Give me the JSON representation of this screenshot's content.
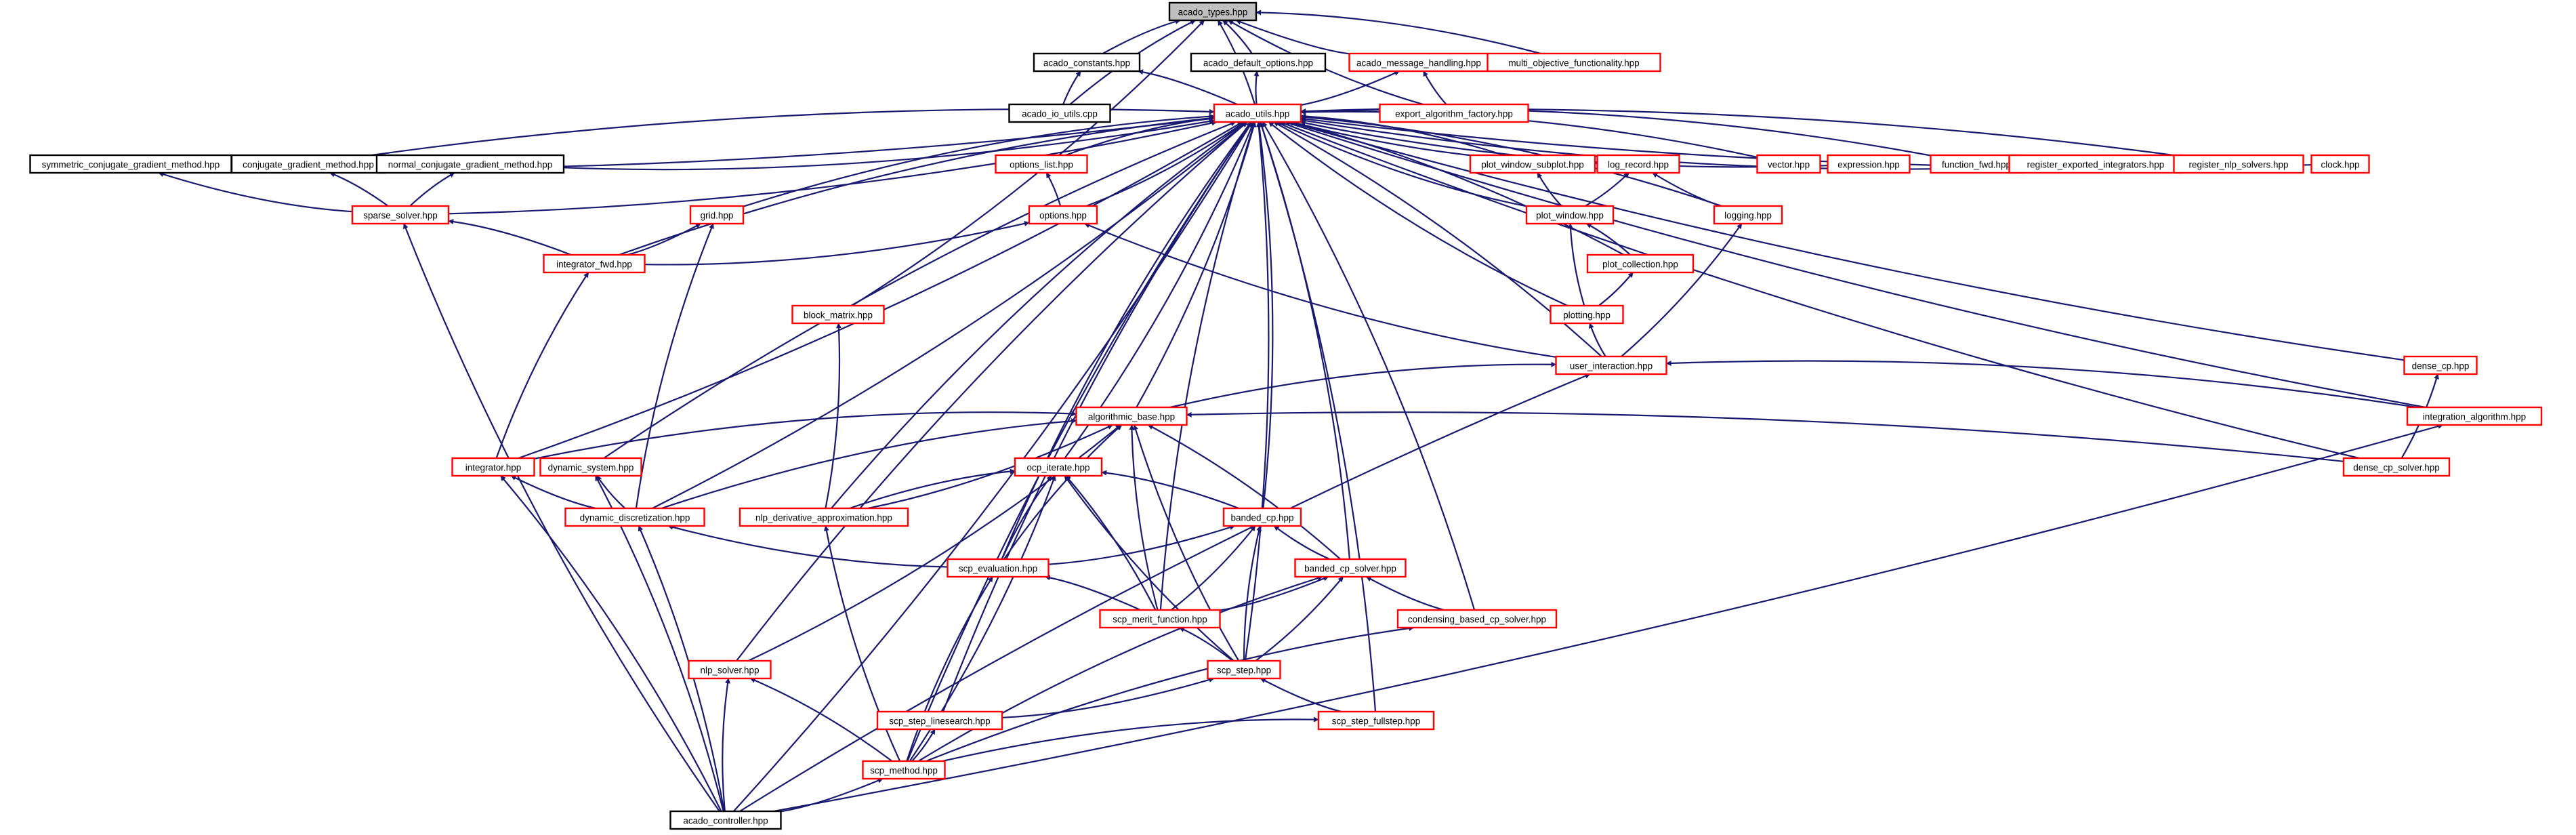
{
  "diagram": {
    "type": "include-dependency-graph",
    "colors": {
      "edge": "#191970",
      "linked_border": "#ff0000",
      "plain_border": "#000000",
      "root_fill": "#bfbfbf",
      "background": "#ffffff"
    },
    "nodes": [
      {
        "id": "acado_types",
        "label": "acado_types.hpp",
        "style": "root"
      },
      {
        "id": "acado_constants",
        "label": "acado_constants.hpp",
        "style": "black"
      },
      {
        "id": "acado_default_options",
        "label": "acado_default_options.hpp",
        "style": "black"
      },
      {
        "id": "acado_message_handling",
        "label": "acado_message_handling.hpp",
        "style": "red"
      },
      {
        "id": "multi_objective_functionality",
        "label": "multi_objective_functionality.hpp",
        "style": "red"
      },
      {
        "id": "acado_io_utils",
        "label": "acado_io_utils.cpp",
        "style": "black"
      },
      {
        "id": "acado_utils",
        "label": "acado_utils.hpp",
        "style": "red"
      },
      {
        "id": "export_algorithm_factory",
        "label": "export_algorithm_factory.hpp",
        "style": "red"
      },
      {
        "id": "symmetric_cg",
        "label": "symmetric_conjugate_gradient_method.hpp",
        "style": "black"
      },
      {
        "id": "conjugate_gradient",
        "label": "conjugate_gradient_method.hpp",
        "style": "black"
      },
      {
        "id": "normal_cg",
        "label": "normal_conjugate_gradient_method.hpp",
        "style": "black"
      },
      {
        "id": "options_list",
        "label": "options_list.hpp",
        "style": "red"
      },
      {
        "id": "plot_window_subplot",
        "label": "plot_window_subplot.hpp",
        "style": "red"
      },
      {
        "id": "log_record",
        "label": "log_record.hpp",
        "style": "red"
      },
      {
        "id": "vector",
        "label": "vector.hpp",
        "style": "red"
      },
      {
        "id": "expression",
        "label": "expression.hpp",
        "style": "red"
      },
      {
        "id": "function_fwd",
        "label": "function_fwd.hpp",
        "style": "red"
      },
      {
        "id": "register_exported_integrators",
        "label": "register_exported_integrators.hpp",
        "style": "red"
      },
      {
        "id": "register_nlp_solvers",
        "label": "register_nlp_solvers.hpp",
        "style": "red"
      },
      {
        "id": "clock",
        "label": "clock.hpp",
        "style": "red"
      },
      {
        "id": "sparse_solver",
        "label": "sparse_solver.hpp",
        "style": "red"
      },
      {
        "id": "grid",
        "label": "grid.hpp",
        "style": "red"
      },
      {
        "id": "options",
        "label": "options.hpp",
        "style": "red"
      },
      {
        "id": "plot_window",
        "label": "plot_window.hpp",
        "style": "red"
      },
      {
        "id": "logging",
        "label": "logging.hpp",
        "style": "red"
      },
      {
        "id": "integrator_fwd",
        "label": "integrator_fwd.hpp",
        "style": "red"
      },
      {
        "id": "plot_collection",
        "label": "plot_collection.hpp",
        "style": "red"
      },
      {
        "id": "block_matrix",
        "label": "block_matrix.hpp",
        "style": "red"
      },
      {
        "id": "plotting",
        "label": "plotting.hpp",
        "style": "red"
      },
      {
        "id": "user_interaction",
        "label": "user_interaction.hpp",
        "style": "red"
      },
      {
        "id": "dense_cp",
        "label": "dense_cp.hpp",
        "style": "red"
      },
      {
        "id": "algorithmic_base",
        "label": "algorithmic_base.hpp",
        "style": "red"
      },
      {
        "id": "integration_algorithm",
        "label": "integration_algorithm.hpp",
        "style": "red"
      },
      {
        "id": "integrator",
        "label": "integrator.hpp",
        "style": "red"
      },
      {
        "id": "dynamic_system",
        "label": "dynamic_system.hpp",
        "style": "red"
      },
      {
        "id": "ocp_iterate",
        "label": "ocp_iterate.hpp",
        "style": "red"
      },
      {
        "id": "dense_cp_solver",
        "label": "dense_cp_solver.hpp",
        "style": "red"
      },
      {
        "id": "dynamic_discretization",
        "label": "dynamic_discretization.hpp",
        "style": "red"
      },
      {
        "id": "nlp_derivative_approximation",
        "label": "nlp_derivative_approximation.hpp",
        "style": "red"
      },
      {
        "id": "banded_cp",
        "label": "banded_cp.hpp",
        "style": "red"
      },
      {
        "id": "scp_evaluation",
        "label": "scp_evaluation.hpp",
        "style": "red"
      },
      {
        "id": "banded_cp_solver",
        "label": "banded_cp_solver.hpp",
        "style": "red"
      },
      {
        "id": "scp_merit_function",
        "label": "scp_merit_function.hpp",
        "style": "red"
      },
      {
        "id": "condensing_based_cp_solver",
        "label": "condensing_based_cp_solver.hpp",
        "style": "red"
      },
      {
        "id": "nlp_solver",
        "label": "nlp_solver.hpp",
        "style": "red"
      },
      {
        "id": "scp_step",
        "label": "scp_step.hpp",
        "style": "red"
      },
      {
        "id": "scp_step_linesearch",
        "label": "scp_step_linesearch.hpp",
        "style": "red"
      },
      {
        "id": "scp_step_fullstep",
        "label": "scp_step_fullstep.hpp",
        "style": "red"
      },
      {
        "id": "scp_method",
        "label": "scp_method.hpp",
        "style": "red"
      },
      {
        "id": "acado_controller",
        "label": "acado_controller.hpp",
        "style": "black"
      }
    ],
    "edges": [
      [
        "acado_constants",
        "acado_types"
      ],
      [
        "acado_default_options",
        "acado_types"
      ],
      [
        "acado_message_handling",
        "acado_types"
      ],
      [
        "multi_objective_functionality",
        "acado_types"
      ],
      [
        "acado_io_utils",
        "acado_types"
      ],
      [
        "acado_utils",
        "acado_types"
      ],
      [
        "export_algorithm_factory",
        "acado_types"
      ],
      [
        "block_matrix",
        "acado_types"
      ],
      [
        "acado_io_utils",
        "acado_constants"
      ],
      [
        "acado_utils",
        "acado_constants"
      ],
      [
        "acado_utils",
        "acado_default_options"
      ],
      [
        "acado_utils",
        "acado_message_handling"
      ],
      [
        "export_algorithm_factory",
        "acado_message_handling"
      ],
      [
        "symmetric_cg",
        "acado_utils"
      ],
      [
        "conjugate_gradient",
        "acado_utils"
      ],
      [
        "normal_cg",
        "acado_utils"
      ],
      [
        "options_list",
        "acado_utils"
      ],
      [
        "plot_window_subplot",
        "acado_utils"
      ],
      [
        "log_record",
        "acado_utils"
      ],
      [
        "vector",
        "acado_utils"
      ],
      [
        "expression",
        "acado_utils"
      ],
      [
        "function_fwd",
        "acado_utils"
      ],
      [
        "register_exported_integrators",
        "acado_utils"
      ],
      [
        "register_nlp_solvers",
        "acado_utils"
      ],
      [
        "clock",
        "acado_utils"
      ],
      [
        "sparse_solver",
        "acado_utils"
      ],
      [
        "grid",
        "acado_utils"
      ],
      [
        "options",
        "acado_utils"
      ],
      [
        "plot_window",
        "acado_utils"
      ],
      [
        "logging",
        "acado_utils"
      ],
      [
        "integrator_fwd",
        "acado_utils"
      ],
      [
        "plot_collection",
        "acado_utils"
      ],
      [
        "plotting",
        "acado_utils"
      ],
      [
        "user_interaction",
        "acado_utils"
      ],
      [
        "dense_cp",
        "acado_utils"
      ],
      [
        "algorithmic_base",
        "acado_utils"
      ],
      [
        "integration_algorithm",
        "acado_utils"
      ],
      [
        "integrator",
        "acado_utils"
      ],
      [
        "dynamic_system",
        "acado_utils"
      ],
      [
        "ocp_iterate",
        "acado_utils"
      ],
      [
        "dense_cp_solver",
        "acado_utils"
      ],
      [
        "dynamic_discretization",
        "acado_utils"
      ],
      [
        "nlp_derivative_approximation",
        "acado_utils"
      ],
      [
        "banded_cp",
        "acado_utils"
      ],
      [
        "scp_evaluation",
        "acado_utils"
      ],
      [
        "banded_cp_solver",
        "acado_utils"
      ],
      [
        "scp_merit_function",
        "acado_utils"
      ],
      [
        "condensing_based_cp_solver",
        "acado_utils"
      ],
      [
        "nlp_solver",
        "acado_utils"
      ],
      [
        "scp_step",
        "acado_utils"
      ],
      [
        "scp_step_linesearch",
        "acado_utils"
      ],
      [
        "scp_step_fullstep",
        "acado_utils"
      ],
      [
        "scp_method",
        "acado_utils"
      ],
      [
        "acado_controller",
        "acado_utils"
      ],
      [
        "sparse_solver",
        "symmetric_cg"
      ],
      [
        "sparse_solver",
        "conjugate_gradient"
      ],
      [
        "sparse_solver",
        "normal_cg"
      ],
      [
        "options",
        "options_list"
      ],
      [
        "plot_window",
        "plot_window_subplot"
      ],
      [
        "plot_window",
        "log_record"
      ],
      [
        "logging",
        "log_record"
      ],
      [
        "integrator_fwd",
        "sparse_solver"
      ],
      [
        "acado_controller",
        "sparse_solver"
      ],
      [
        "integrator_fwd",
        "grid"
      ],
      [
        "dynamic_discretization",
        "grid"
      ],
      [
        "integrator_fwd",
        "options"
      ],
      [
        "user_interaction",
        "options"
      ],
      [
        "plot_collection",
        "plot_window"
      ],
      [
        "plotting",
        "plot_window"
      ],
      [
        "plotting",
        "plot_collection"
      ],
      [
        "user_interaction",
        "plotting"
      ],
      [
        "user_interaction",
        "logging"
      ],
      [
        "integrator",
        "integrator_fwd"
      ],
      [
        "nlp_derivative_approximation",
        "block_matrix"
      ],
      [
        "algorithmic_base",
        "user_interaction"
      ],
      [
        "integration_algorithm",
        "user_interaction"
      ],
      [
        "acado_controller",
        "user_interaction"
      ],
      [
        "dense_cp_solver",
        "dense_cp"
      ],
      [
        "integrator",
        "algorithmic_base"
      ],
      [
        "dense_cp_solver",
        "algorithmic_base"
      ],
      [
        "dynamic_discretization",
        "algorithmic_base"
      ],
      [
        "nlp_derivative_approximation",
        "algorithmic_base"
      ],
      [
        "scp_evaluation",
        "algorithmic_base"
      ],
      [
        "banded_cp_solver",
        "algorithmic_base"
      ],
      [
        "scp_merit_function",
        "algorithmic_base"
      ],
      [
        "nlp_solver",
        "algorithmic_base"
      ],
      [
        "scp_step",
        "algorithmic_base"
      ],
      [
        "acado_controller",
        "integration_algorithm"
      ],
      [
        "dynamic_discretization",
        "integrator"
      ],
      [
        "acado_controller",
        "integrator"
      ],
      [
        "dynamic_discretization",
        "dynamic_system"
      ],
      [
        "acado_controller",
        "dynamic_system"
      ],
      [
        "nlp_derivative_approximation",
        "ocp_iterate"
      ],
      [
        "banded_cp",
        "ocp_iterate"
      ],
      [
        "scp_evaluation",
        "ocp_iterate"
      ],
      [
        "scp_merit_function",
        "ocp_iterate"
      ],
      [
        "scp_step",
        "ocp_iterate"
      ],
      [
        "scp_method",
        "ocp_iterate"
      ],
      [
        "scp_evaluation",
        "dynamic_discretization"
      ],
      [
        "acado_controller",
        "dynamic_discretization"
      ],
      [
        "scp_method",
        "nlp_derivative_approximation"
      ],
      [
        "scp_evaluation",
        "banded_cp"
      ],
      [
        "banded_cp_solver",
        "banded_cp"
      ],
      [
        "scp_merit_function",
        "banded_cp"
      ],
      [
        "scp_step",
        "banded_cp"
      ],
      [
        "scp_merit_function",
        "scp_evaluation"
      ],
      [
        "scp_method",
        "scp_evaluation"
      ],
      [
        "scp_merit_function",
        "banded_cp_solver"
      ],
      [
        "condensing_based_cp_solver",
        "banded_cp_solver"
      ],
      [
        "scp_step",
        "banded_cp_solver"
      ],
      [
        "scp_method",
        "banded_cp_solver"
      ],
      [
        "scp_step",
        "scp_merit_function"
      ],
      [
        "scp_method",
        "condensing_based_cp_solver"
      ],
      [
        "scp_method",
        "nlp_solver"
      ],
      [
        "acado_controller",
        "nlp_solver"
      ],
      [
        "scp_step_linesearch",
        "scp_step"
      ],
      [
        "scp_step_fullstep",
        "scp_step"
      ],
      [
        "scp_method",
        "scp_step_linesearch"
      ],
      [
        "scp_method",
        "scp_step_fullstep"
      ],
      [
        "acado_controller",
        "scp_method"
      ]
    ]
  }
}
